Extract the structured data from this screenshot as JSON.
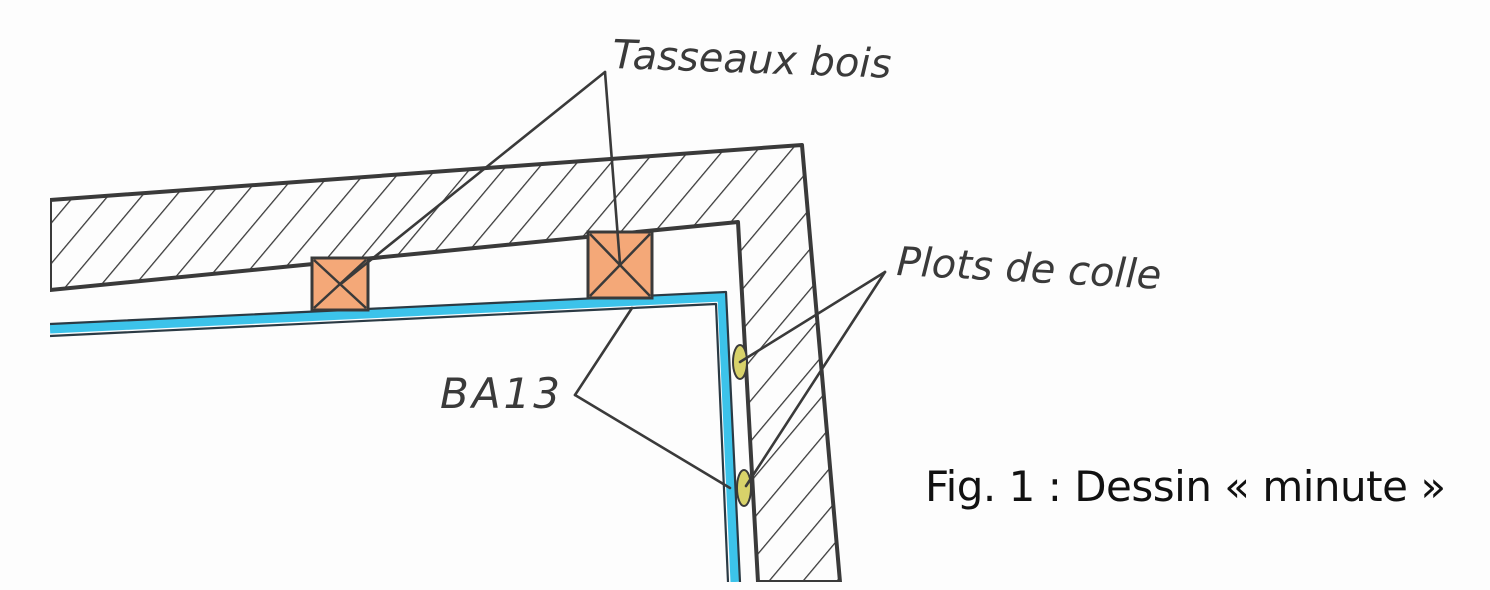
{
  "labels": {
    "tasseaux": "Tasseaux bois",
    "plots": "Plots de colle",
    "ba13": "BA13"
  },
  "caption": "Fig. 1 : Dessin « minute »",
  "colors": {
    "ink": "#3a3a3a",
    "wood": "#f4a878",
    "plaster_board": "#3cc3ea",
    "glue": "#d8d26a",
    "paper": "#fdfdfd"
  }
}
